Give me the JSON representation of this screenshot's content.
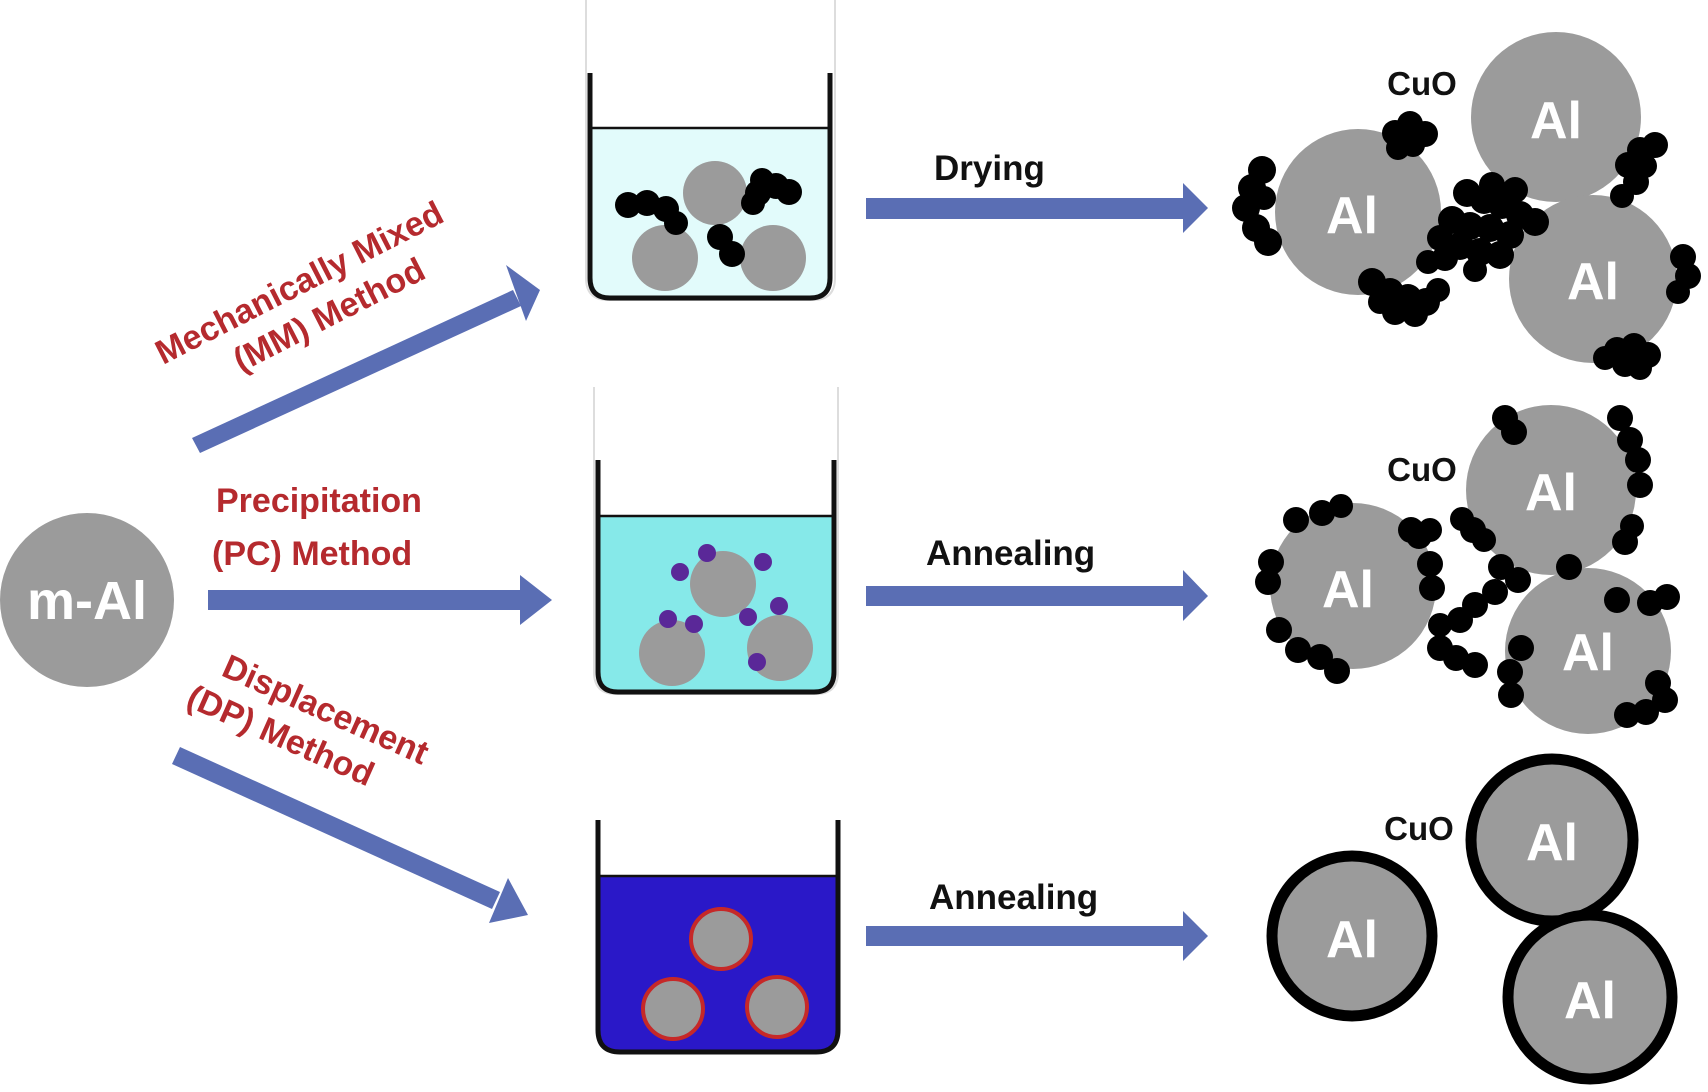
{
  "start": {
    "label": "m-Al"
  },
  "methods": {
    "mm": {
      "line1": "Mechanically Mixed",
      "line2": "(MM) Method",
      "step": "Drying"
    },
    "pc": {
      "line1": "Precipitation",
      "line2": "(PC) Method",
      "step": "Annealing"
    },
    "dp": {
      "line1": "Displacement",
      "line2": "(DP) Method",
      "step": "Annealing"
    }
  },
  "particle_label": "Al",
  "coating_label": "CuO",
  "colors": {
    "arrow": "#5a6eb4",
    "method_text": "#b52a2e",
    "al_particle": "#9b9b9b",
    "cuo": "#000000",
    "mm_liquid": "#e2fbfb",
    "pc_liquid": "#86e9e9",
    "dp_liquid": "#2a18c8",
    "precipitate": "#5a2898",
    "dp_shell": "#c62828"
  }
}
